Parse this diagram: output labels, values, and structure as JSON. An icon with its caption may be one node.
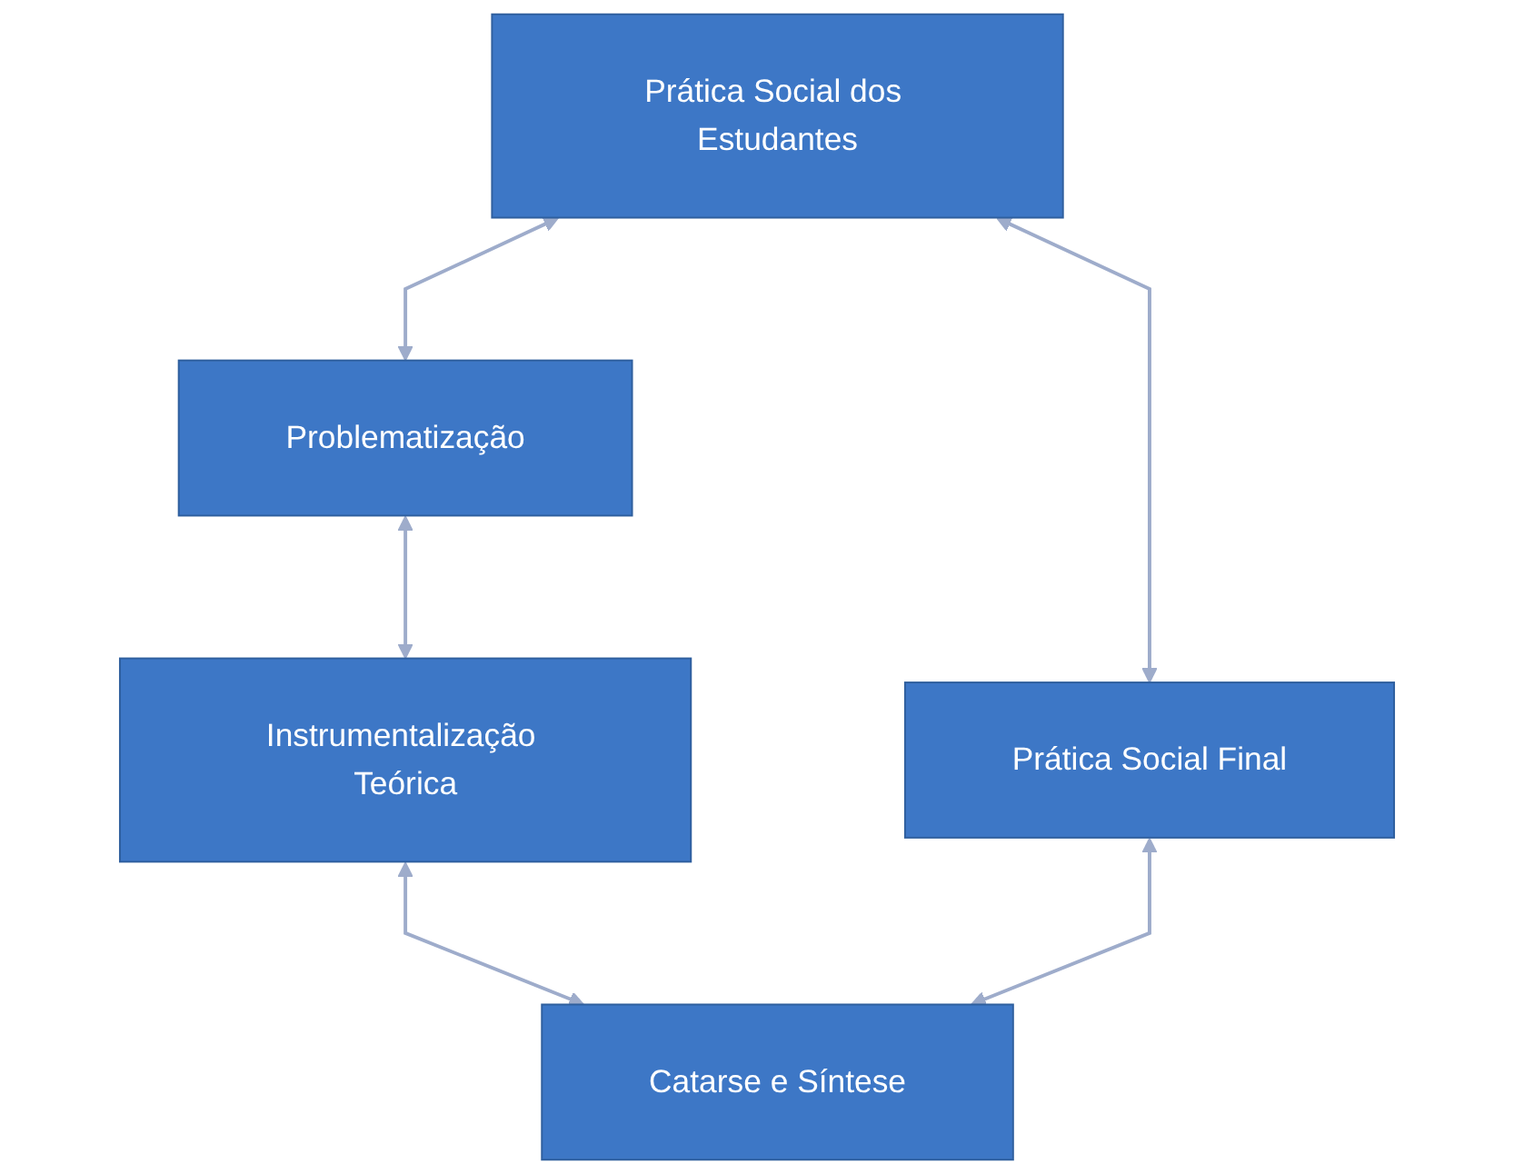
{
  "diagram": {
    "nodes": [
      {
        "text": [
          "Prática Social dos Estudantes"
        ]
      },
      {
        "text": [
          "Problematização"
        ]
      },
      {
        "text": [
          "Instrumentalização Teórica"
        ]
      },
      {
        "text": [
          "Catarse e Síntese"
        ]
      },
      {
        "text": [
          "Prática Social Final"
        ]
      }
    ],
    "edges": [
      {
        "from": 0,
        "to": 1,
        "arrow": "both"
      },
      {
        "from": 1,
        "to": 2,
        "arrow": "both"
      },
      {
        "from": 2,
        "to": 3,
        "arrow": "both"
      },
      {
        "from": 3,
        "to": 4,
        "arrow": "both"
      },
      {
        "from": 4,
        "to": 0,
        "arrow": "both"
      }
    ]
  }
}
